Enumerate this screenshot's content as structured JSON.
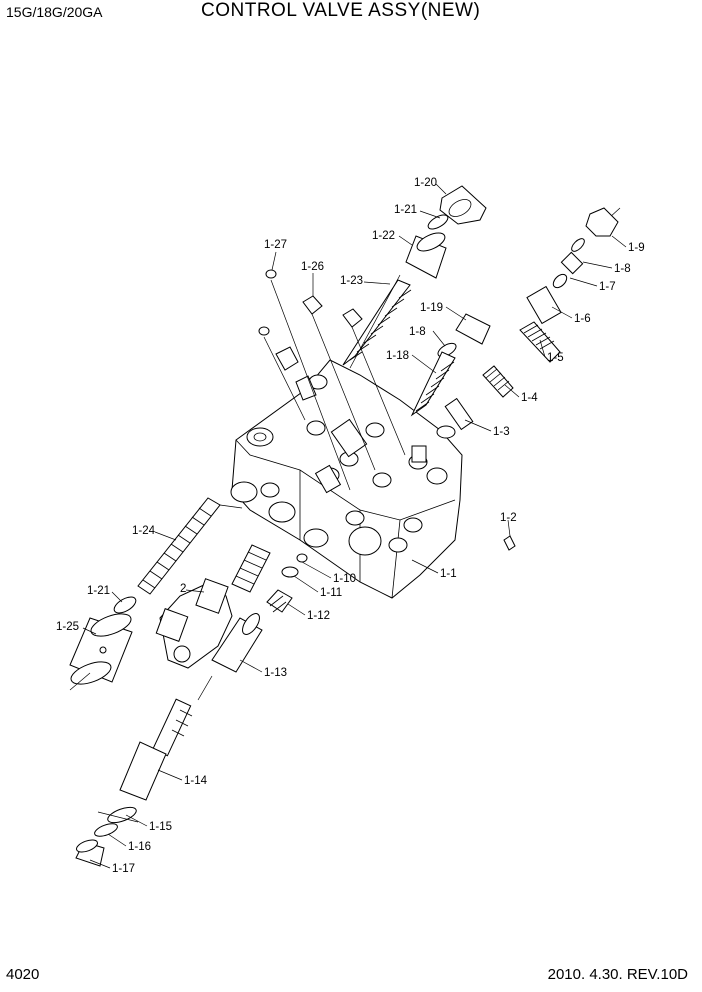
{
  "header": {
    "model": "15G/18G/20GA",
    "title": "CONTROL VALVE ASSY(NEW)"
  },
  "footer": {
    "page_number": "4020",
    "revision": "2010. 4.30.  REV.10D"
  },
  "callouts": [
    "1-20",
    "1-21",
    "1-22",
    "1-27",
    "1-26",
    "1-23",
    "1-9",
    "1-8",
    "1-7",
    "1-6",
    "1-19",
    "1-8",
    "1-18",
    "1-5",
    "1-4",
    "1-3",
    "1-2",
    "1-24",
    "2",
    "1-10",
    "1-11",
    "1-21",
    "1-12",
    "1-1",
    "1-25",
    "1-13",
    "1-14",
    "1-15",
    "1-16",
    "1-17"
  ]
}
